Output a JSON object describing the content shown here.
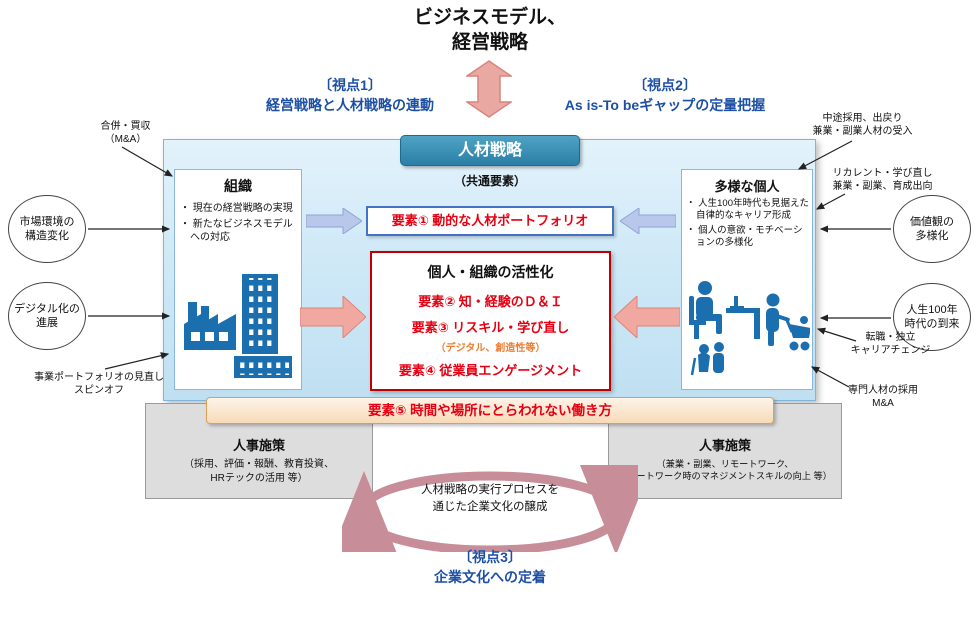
{
  "colors": {
    "accent_blue": "#1d50a5",
    "accent_red": "#e60012",
    "header_teal": "#2a7fa6",
    "note_orange": "#ed7d31"
  },
  "top": {
    "title": "ビジネスモデル、\n経営戦略",
    "viewpoint1_label": "〔視点1〕",
    "viewpoint1_text": "経営戦略と人材戦略の連動",
    "viewpoint2_label": "〔視点2〕",
    "viewpoint2_text": "As is-To beギャップの定量把握"
  },
  "strategy_box": {
    "header": "人材戦略",
    "common_label": "（共通要素）",
    "organization": {
      "title": "組織",
      "bullets": [
        "・ 現在の経営戦略の実現",
        "・ 新たなビジネスモデルへの対応"
      ]
    },
    "individuals": {
      "title": "多様な個人",
      "bullets": [
        "・ 人生100年時代も見据えた自律的なキャリア形成",
        "・ 個人の意欲・モチベーションの多様化"
      ]
    },
    "factor1": "要素① 動的な人材ポートフォリオ",
    "activation": {
      "title": "個人・組織の活性化",
      "factor2": "要素② 知・経験のＤ＆Ｉ",
      "factor3": "要素③ リスキル・学び直し",
      "factor3_note": "（デジタル、創造性等）",
      "factor4": "要素④ 従業員エンゲージメント"
    },
    "factor5": "要素⑤ 時間や場所にとらわれない働き方"
  },
  "hr_measures_left": {
    "title": "人事施策",
    "detail": "（採用、評価・報酬、教育投資、\nHRテックの活用 等）"
  },
  "hr_measures_right": {
    "title": "人事施策",
    "detail": "（兼業・副業、リモートワーク、\nリモートワーク時のマネジメントスキルの向上 等）"
  },
  "culture_cycle": {
    "text": "人材戦略の実行プロセスを\n通じた企業文化の醸成",
    "viewpoint3_label": "〔視点3〕",
    "viewpoint3_text": "企業文化への定着"
  },
  "external_factors_left": [
    {
      "text": "市場環境の\n構造変化"
    },
    {
      "text": "デジタル化の\n進展"
    }
  ],
  "external_factors_right": [
    {
      "text": "価値観の\n多様化"
    },
    {
      "text": "人生100年\n時代の到来"
    }
  ],
  "annotations": {
    "top_left": "合併・買収\n（M&A）",
    "bottom_left": "事業ポートフォリオの見直し\nスピンオフ",
    "top_right": "中途採用、出戻り\n兼業・副業人材の受入",
    "mid_right": "リカレント・学び直し\n兼業・副業、育成出向",
    "lower_right": "転職・独立\nキャリアチェンジ",
    "bottom_right": "専門人材の採用\nM&A"
  }
}
